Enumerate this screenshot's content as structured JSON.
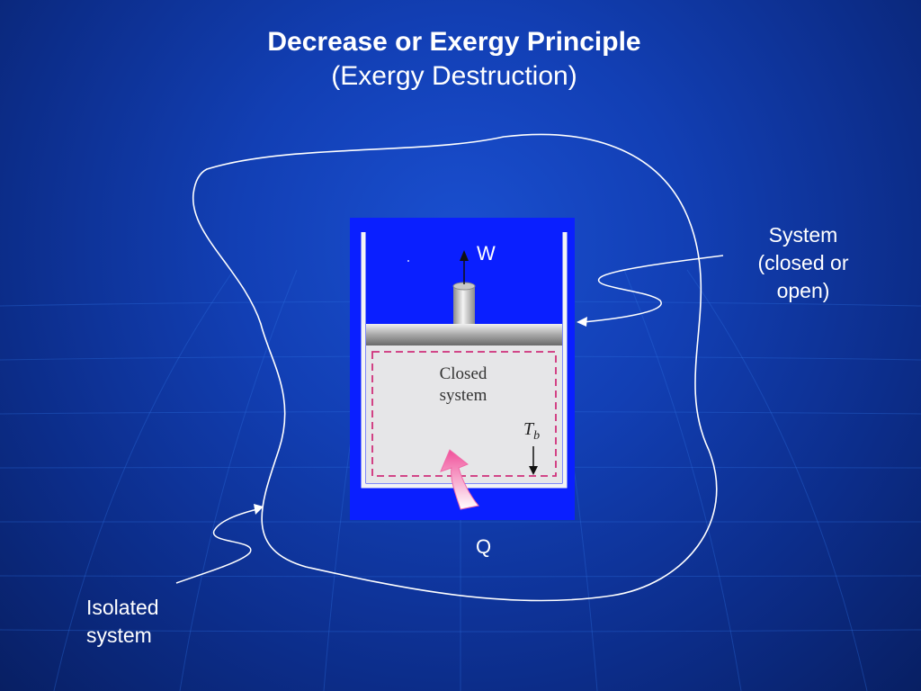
{
  "title": "Decrease or Exergy Principle",
  "subtitle": "(Exergy Destruction)",
  "labels": {
    "system": [
      "System",
      "(closed or",
      "open)"
    ],
    "isolated": [
      "Isolated",
      "system"
    ],
    "work": "W",
    "heat": "Q",
    "closed_system": [
      "Closed",
      "system"
    ],
    "boundary_temp_base": "T",
    "boundary_temp_sub": "b"
  },
  "colors": {
    "background": "#123fb4",
    "piston_panel": "#0a1fff",
    "gas_fill": "#e6e6e8",
    "dashed_boundary": "#d0307a",
    "heat_arrow": "#f06aa8",
    "lines": "#ffffff"
  }
}
